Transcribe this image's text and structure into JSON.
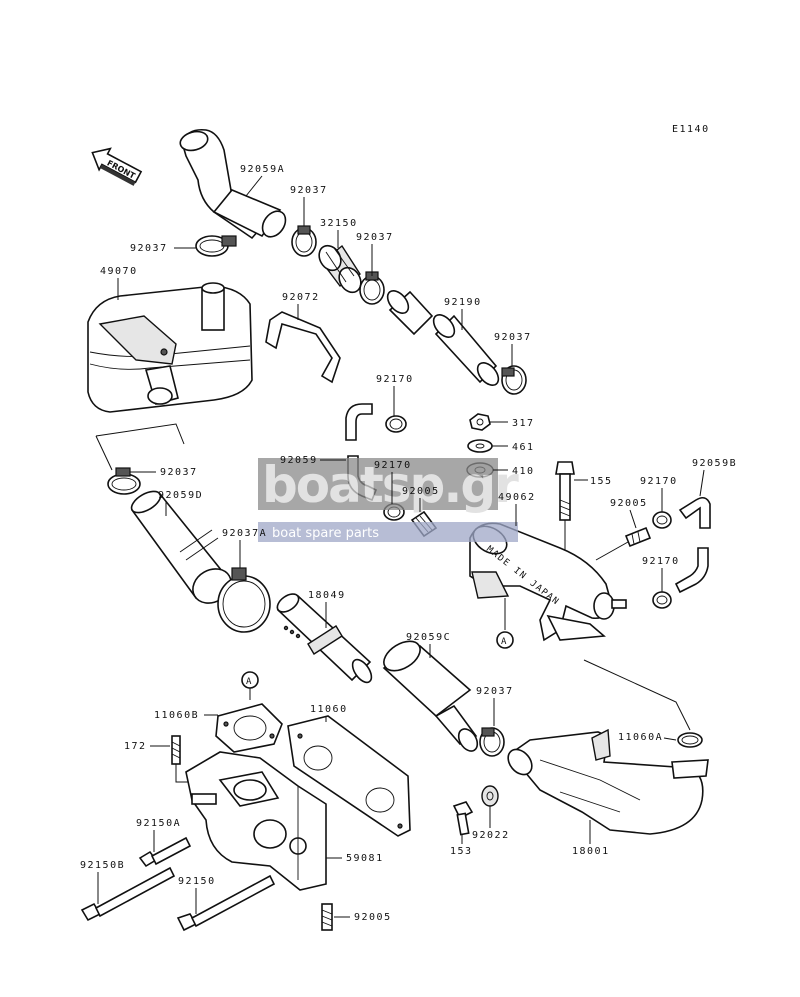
{
  "diagram": {
    "code": "E1140",
    "front_label": "FRONT",
    "ref_marker": "A",
    "watermark": {
      "logo_word": "boatsp.gr",
      "tagline": "boat spare parts"
    },
    "labels": {
      "p92059A": "92059A",
      "p92037_a": "92037",
      "p32150": "32150",
      "p92037_b": "92037",
      "p92037_c": "92037",
      "p49070": "49070",
      "p92072": "92072",
      "p92190": "92190",
      "p92037_d": "92037",
      "p92170_a": "92170",
      "p317": "317",
      "p461": "461",
      "p410": "410",
      "p92059": "92059",
      "p92170_b": "92170",
      "p155": "155",
      "p92170_c": "92170",
      "p92059B": "92059B",
      "p92037_e": "92037",
      "p92059D": "92059D",
      "p92005_a": "92005",
      "p49062": "49062",
      "p92005_b": "92005",
      "p92037A": "92037A",
      "p92170_d": "92170",
      "p18049": "18049",
      "p92059C": "92059C",
      "p11060B": "11060B",
      "p11060": "11060",
      "p172": "172",
      "p92037_f": "92037",
      "p11060A": "11060A",
      "p92150A": "92150A",
      "p153": "153",
      "p92022": "92022",
      "p18001": "18001",
      "p59081": "59081",
      "p92150B": "92150B",
      "p92150": "92150",
      "p92005_c": "92005",
      "made_in_japan": "MADE IN JAPAN"
    }
  }
}
